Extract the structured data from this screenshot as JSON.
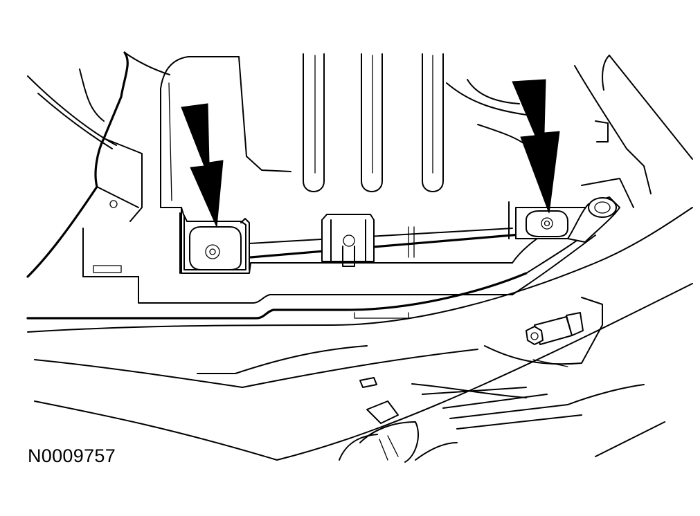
{
  "figure": {
    "id_label": "N0009757"
  },
  "colors": {
    "line": "#000000",
    "background": "#ffffff"
  },
  "callouts": [
    {
      "name": "left-arrow",
      "icon": "down-arrow-icon"
    },
    {
      "name": "right-arrow",
      "icon": "down-arrow-icon"
    }
  ]
}
